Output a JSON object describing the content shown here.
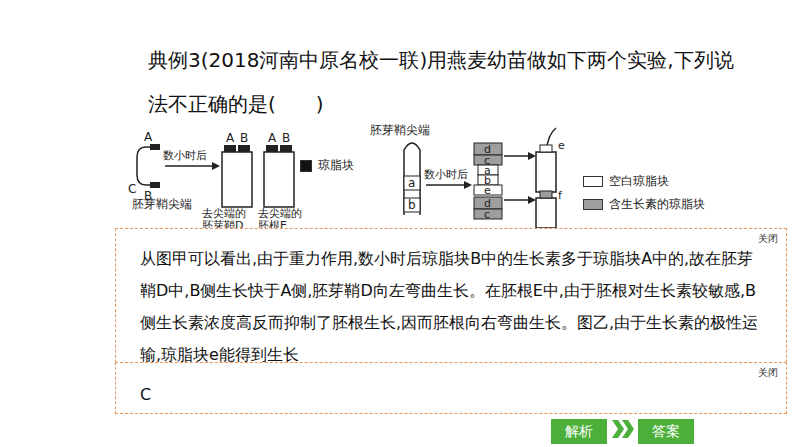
{
  "diagram": {
    "title": "典例3(2018河南中原名校一联)用燕麦幼苗做如下两个实验,下列说法不正确的是(　　)",
    "nodes": [
      {
        "text": [
          "关闭",
          "从图甲可以看出,由于重力作用,数小时后琼脂块B中的生长素多于琼脂块A中的,故在胚芽鞘D中,B侧生长快于A侧,胚芽鞘D向左弯曲生长。在胚根E中,由于胚根对生长素较敏感,B侧生长素浓度高反而抑制了胚根生长,因而胚根向右弯曲生长。图乙,由于生长素的极性运输,琼脂块e能得到生长"
        ]
      },
      {
        "text": [
          "关闭",
          "C"
        ]
      },
      {
        "text": [
          "解析"
        ]
      },
      {
        "text": [
          "答案"
        ]
      }
    ],
    "edges": [],
    "labels": [
      "A",
      "B",
      "数小时后",
      "C",
      "胚芽鞘尖端",
      "A",
      "B",
      "A",
      "B",
      "去尖端的胚芽鞘D",
      "去尖端的胚根E",
      "胚芽鞘尖端",
      "a",
      "b",
      "数小时后",
      "d",
      "c",
      "a",
      "b",
      "e",
      "d",
      "c",
      "e",
      "f"
    ],
    "legend": [
      {
        "text": "琼脂块",
        "color": "#111111"
      },
      {
        "text": "空白琼脂块",
        "color": "#ffffff"
      },
      {
        "text": "含生长素的琼脂块",
        "color": "#9e9e9e"
      }
    ]
  }
}
